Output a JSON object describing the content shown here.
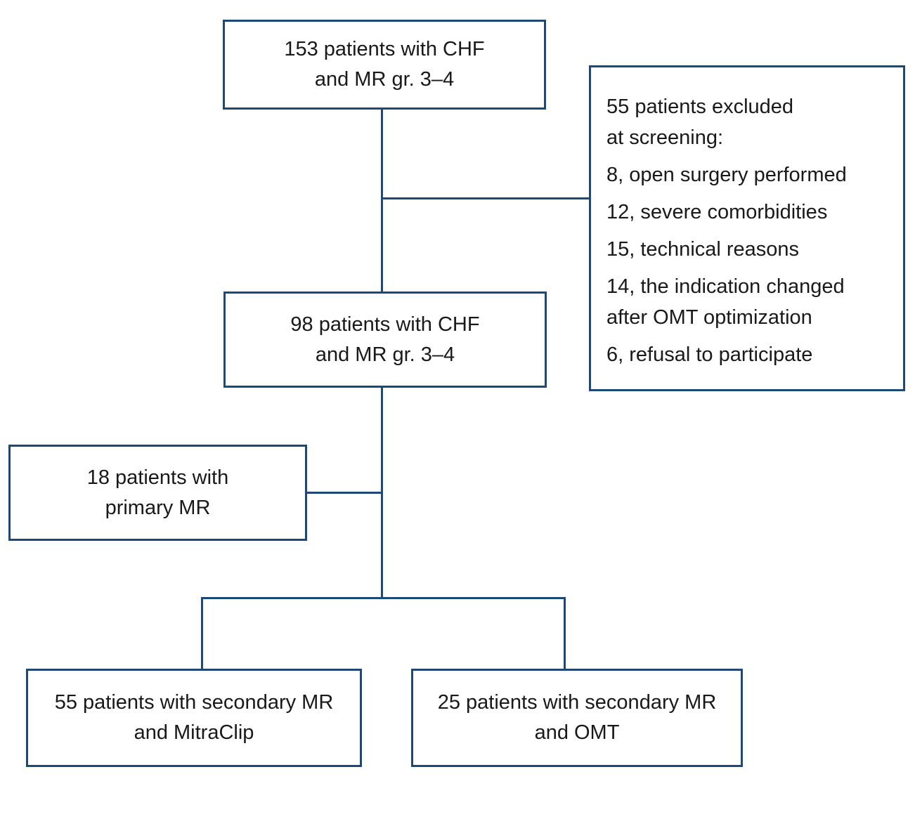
{
  "diagram": {
    "type": "patient-flowchart",
    "colors": {
      "line": "#1e4976",
      "text": "#191919",
      "background": "#ffffff"
    },
    "nodes": {
      "chf153": {
        "line1": "153 patients with CHF",
        "line2": "and MR gr. 3–4"
      },
      "excluded": {
        "header_line1": "55 patients excluded",
        "header_line2": "at screening:",
        "items": [
          {
            "l1": "8, open surgery performed",
            "l2": ""
          },
          {
            "l1": "12, severe comorbidities",
            "l2": ""
          },
          {
            "l1": "15, technical reasons",
            "l2": ""
          },
          {
            "l1": "14, the indication changed",
            "l2": "after OMT optimization"
          },
          {
            "l1": "6, refusal to participate",
            "l2": ""
          }
        ]
      },
      "chf98": {
        "line1": "98 patients with CHF",
        "line2": "and MR gr. 3–4"
      },
      "primary18": {
        "line1": "18 patients with",
        "line2": "primary MR"
      },
      "mitraclip55": {
        "line1": "55 patients with secondary MR",
        "line2": "and MitraClip"
      },
      "omt25": {
        "line1": "25 patients with secondary MR",
        "line2": "and OMT"
      }
    }
  }
}
